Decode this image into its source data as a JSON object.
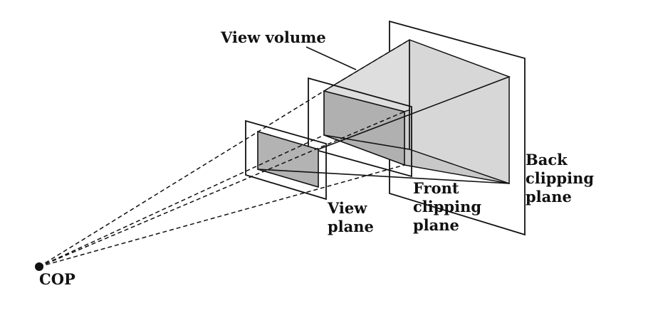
{
  "labels": {
    "view_volume": "View volume",
    "back_line1": "Back",
    "back_line2": "clipping",
    "back_line3": "plane",
    "front_line1": "Front",
    "front_line2": "clipping",
    "front_line3": "plane",
    "view_line1": "View",
    "view_line2": "plane",
    "cop": "COP"
  },
  "colors": {
    "ink": "#111111",
    "volume_light": "#dcdcdc",
    "volume_mid": "#bdbdbd",
    "volume_dark": "#a9a9a9",
    "window_fill": "#b3b3b3"
  }
}
